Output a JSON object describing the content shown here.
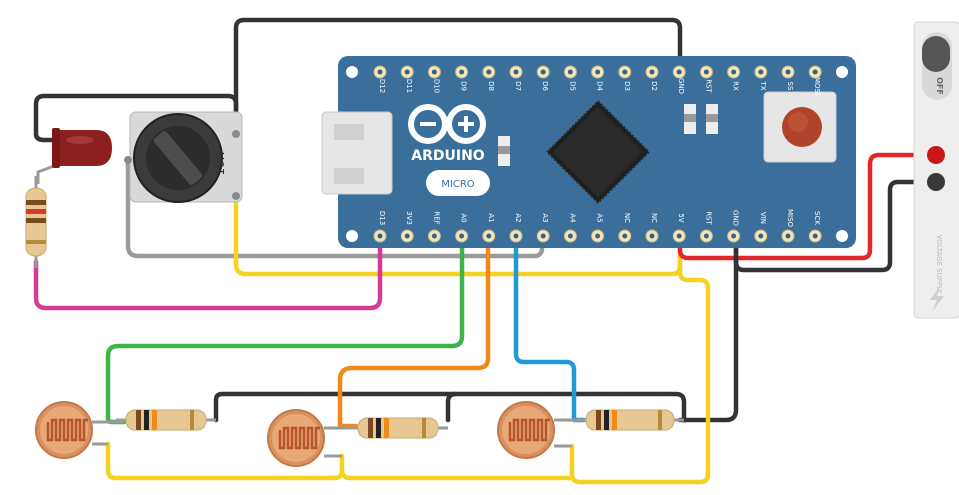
{
  "board": {
    "brand": "ARDUINO",
    "model": "MICRO",
    "top_pins": [
      "D12",
      "D11",
      "D10",
      "D9",
      "D8",
      "D7",
      "D6",
      "D5",
      "D4",
      "D3",
      "D2",
      "GND",
      "RST",
      "RX",
      "TX",
      "SS",
      "MOSI"
    ],
    "bottom_pins": [
      "D13",
      "3V3",
      "REF",
      "A0",
      "A1",
      "A2",
      "A3",
      "A4",
      "A5",
      "NC",
      "NC",
      "5V",
      "RST",
      "GND",
      "VIN",
      "MISO",
      "SCK"
    ],
    "color": "#3a6f9c"
  },
  "potentiometer": {
    "label": "10K"
  },
  "power_supply": {
    "switch_label": "OFF",
    "label": "VOLTAGE SUPPLY"
  },
  "wire_colors": {
    "red": "#e3262a",
    "black": "#333333",
    "yellow": "#f4d21f",
    "green": "#3cb44b",
    "orange": "#f0881a",
    "blue": "#1e9ad6",
    "magenta": "#d23b96",
    "gray": "#9a9a9a"
  },
  "led_color": "#8c1f1f"
}
